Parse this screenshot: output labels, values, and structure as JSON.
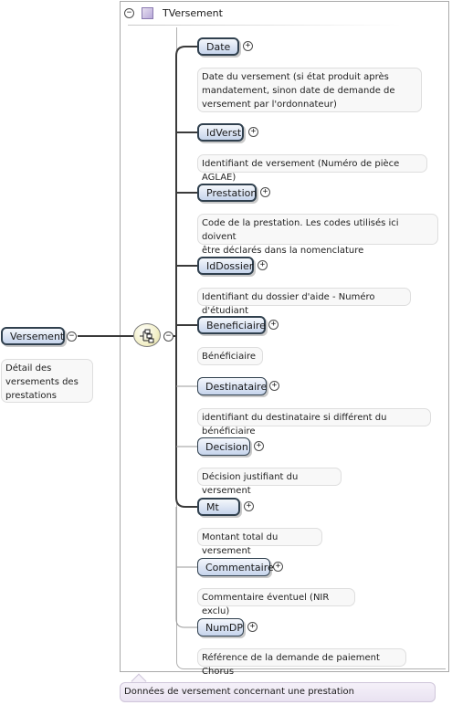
{
  "root": {
    "label": "Versement",
    "description_lines": [
      "Détail des",
      "versements des",
      "prestations"
    ]
  },
  "type": {
    "name": "TVersement",
    "description": "Données de versement concernant une prestation"
  },
  "children": [
    {
      "label": "Date",
      "required": true,
      "desc_lines": [
        "Date du versement (si état produit après",
        "mandatement, sinon date de demande de",
        "versement par l'ordonnateur)"
      ]
    },
    {
      "label": "IdVerst",
      "required": true,
      "desc_lines": [
        "Identifiant de versement (Numéro de pièce AGLAE)"
      ]
    },
    {
      "label": "Prestation",
      "required": true,
      "desc_lines": [
        "Code de la prestation. Les codes utilisés ici doivent",
        "être déclarés dans la nomenclature"
      ]
    },
    {
      "label": "IdDossier",
      "required": true,
      "desc_lines": [
        "Identifiant du dossier d'aide - Numéro d'étudiant"
      ]
    },
    {
      "label": "Beneficiaire",
      "required": true,
      "desc_lines": [
        "Bénéficiaire"
      ]
    },
    {
      "label": "Destinataire",
      "required": false,
      "desc_lines": [
        "identifiant du destinataire si différent du bénéficiaire"
      ]
    },
    {
      "label": "Decision",
      "required": false,
      "desc_lines": [
        "Décision justifiant du versement"
      ]
    },
    {
      "label": "Mt",
      "required": true,
      "desc_lines": [
        "Montant total du versement"
      ]
    },
    {
      "label": "Commentaire",
      "required": false,
      "desc_lines": [
        "Commentaire éventuel (NIR exclu)"
      ]
    },
    {
      "label": "NumDP",
      "required": false,
      "desc_lines": [
        "Référence de la demande de paiement Chorus"
      ]
    }
  ],
  "icons": {
    "collapse": "minus-circle",
    "expand": "plus-circle",
    "type": "complex-type-square",
    "compositor": "sequence"
  }
}
